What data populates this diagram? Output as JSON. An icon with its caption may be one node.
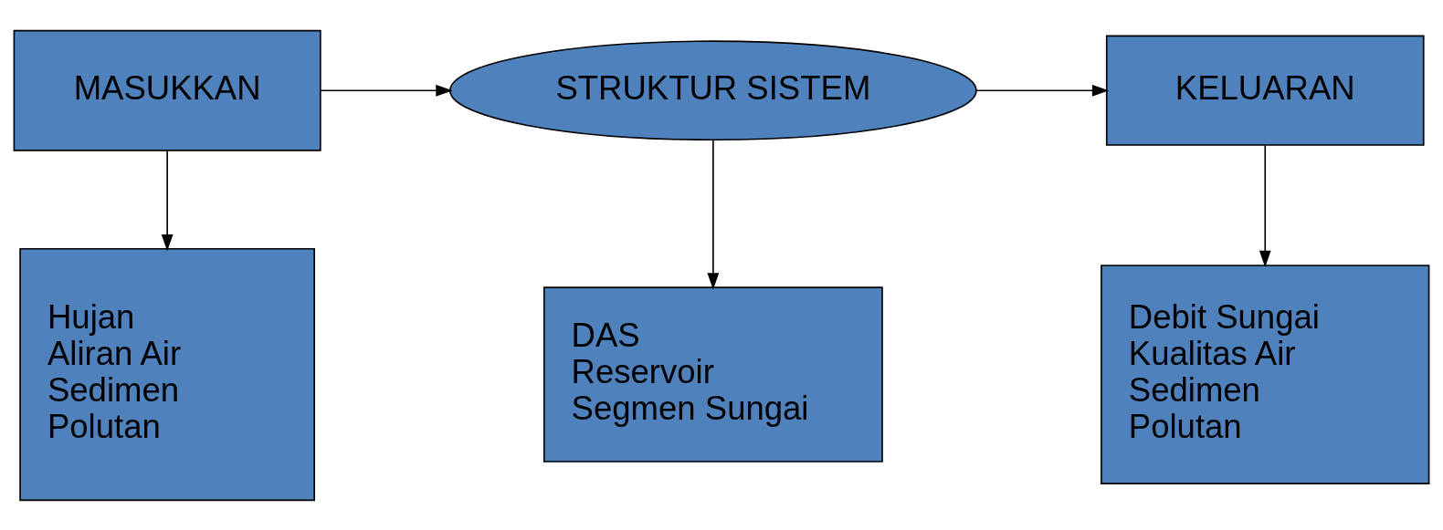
{
  "diagram": {
    "nodes": [
      {
        "text": [
          "MASUKKAN"
        ]
      },
      {
        "text": [
          "STRUKTUR SISTEM"
        ]
      },
      {
        "text": [
          "KELUARAN"
        ]
      },
      {
        "text": [
          "Hujan",
          "Aliran Air",
          "Sedimen",
          "Polutan"
        ]
      },
      {
        "text": [
          "DAS",
          "Reservoir",
          "Segmen Sungai"
        ]
      },
      {
        "text": [
          "Debit Sungai",
          "Kualitas Air",
          "Sedimen",
          "Polutan"
        ]
      }
    ],
    "edges": [
      {
        "from": 0,
        "to": 1,
        "arrow": "to"
      },
      {
        "from": 1,
        "to": 2,
        "arrow": "to"
      },
      {
        "from": 0,
        "to": 3,
        "arrow": "to"
      },
      {
        "from": 1,
        "to": 4,
        "arrow": "to"
      },
      {
        "from": 2,
        "to": 5,
        "arrow": "to"
      }
    ]
  }
}
